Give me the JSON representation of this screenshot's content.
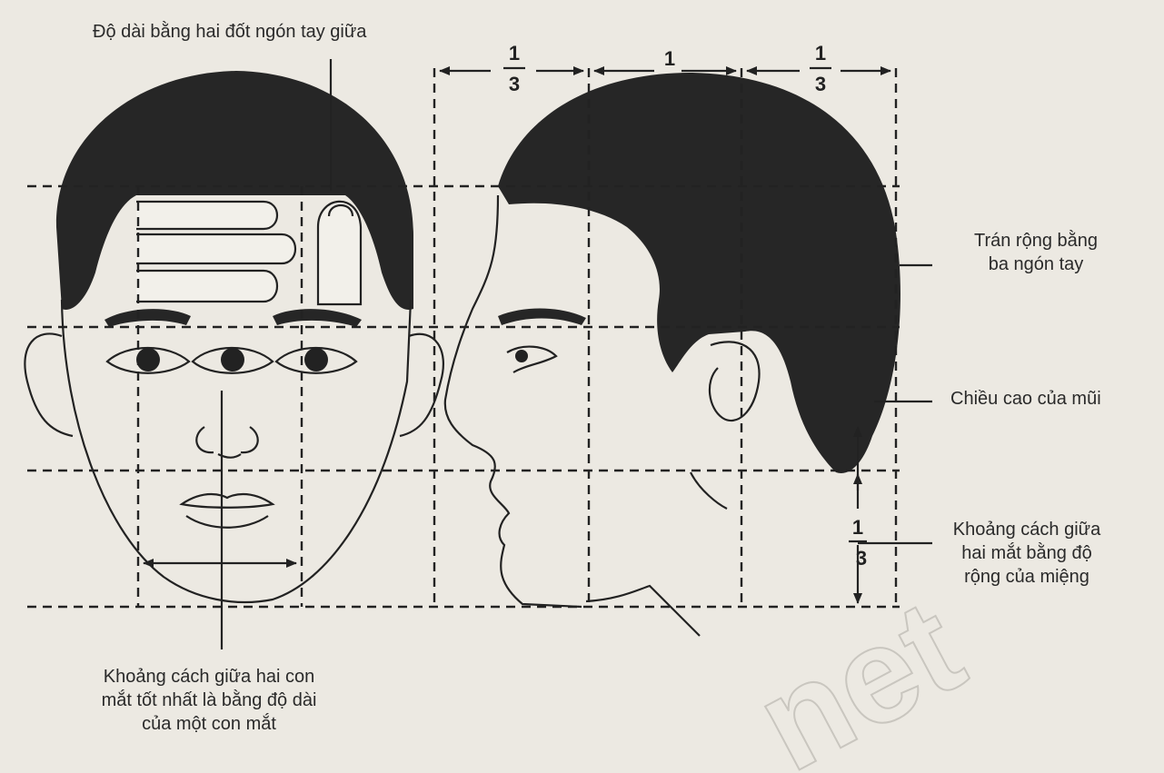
{
  "labels": {
    "finger_length": "Độ dài bằng hai đốt ngón tay giữa",
    "forehead_width": [
      "Trán rộng bằng",
      "ba ngón tay"
    ],
    "nose_height": "Chiều cao của mũi",
    "eye_mouth": [
      "Khoảng cách giữa",
      "hai mắt bằng độ",
      "rộng của miệng"
    ],
    "eye_distance": [
      "Khoảng cách giữa hai con",
      "mắt tốt nhất là bằng độ dài",
      "của một con mắt"
    ]
  },
  "proportions": {
    "top_left_num": "1",
    "top_left_den": "3",
    "top_mid": "1",
    "top_right_num": "1",
    "top_right_den": "3",
    "right_num": "1",
    "right_den": "3"
  },
  "watermark": "net",
  "colors": {
    "background": "#ece9e2",
    "ink": "#222222",
    "hair": "#262626"
  }
}
